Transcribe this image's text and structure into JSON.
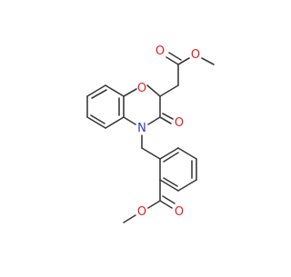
{
  "diagram": {
    "type": "chemical-structure",
    "atom_labels": {
      "ring_oxygen": "O",
      "ring_nitrogen": "N",
      "lactam_carbonyl_oxygen": "O",
      "top_ester_carbonyl_oxygen": "O",
      "top_ester_methoxy_oxygen": "O",
      "bottom_ester_carbonyl_oxygen": "O",
      "bottom_ester_methoxy_oxygen": "O"
    },
    "colors": {
      "bond": "#3a3a3a",
      "oxygen": "#e02020",
      "nitrogen": "#2b3bd1",
      "background": "#ffffff"
    }
  }
}
